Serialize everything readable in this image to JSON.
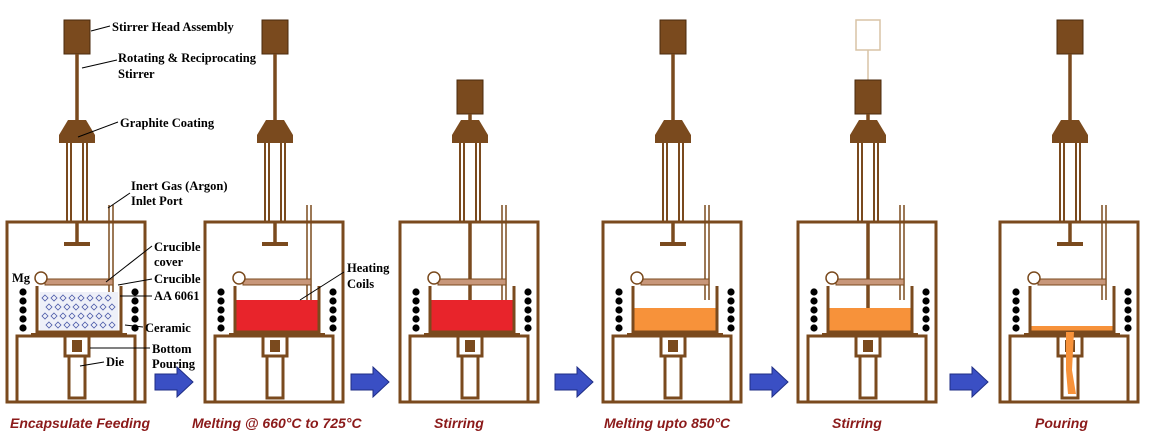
{
  "labels": {
    "stirrer_head": "Stirrer Head Assembly",
    "rotating_stirrer_1": "Rotating & Reciprocating",
    "rotating_stirrer_2": "Stirrer",
    "graphite": "Graphite Coating",
    "inert_gas_1": "Inert Gas (Argon)",
    "inert_gas_2": "Inlet Port",
    "crucible_cover_1": "Crucible",
    "crucible_cover_2": "cover",
    "crucible": "Crucible",
    "mg": "Mg",
    "aa6061": "AA 6061",
    "ceramic": "Ceramic",
    "bottom_pouring_1": "Bottom",
    "bottom_pouring_2": "Pouring",
    "die": "Die",
    "heating_coils_1": "Heating",
    "heating_coils_2": "Coils"
  },
  "stages": [
    {
      "caption": "Encapsulate Feeding",
      "melt_color": "none",
      "melt_level": 0,
      "stirrer": "raised",
      "pour": false
    },
    {
      "caption": "Melting @ 660°C to 725°C",
      "melt_color": "#e8242b",
      "melt_level": 0.8,
      "stirrer": "raised",
      "pour": false
    },
    {
      "caption": "Stirring",
      "melt_color": "#e8242b",
      "melt_level": 0.8,
      "stirrer": "lowered",
      "pour": false
    },
    {
      "caption": "Melting upto 850°C",
      "melt_color": "#f7923a",
      "melt_level": 0.6,
      "stirrer": "raised",
      "pour": false
    },
    {
      "caption": "Stirring",
      "melt_color": "#f7923a",
      "melt_level": 0.6,
      "stirrer": "lowered",
      "pour": false
    },
    {
      "caption": "Pouring",
      "melt_color": "#f7923a",
      "melt_level": 0.15,
      "stirrer": "raised",
      "pour": true
    }
  ],
  "colors": {
    "frame": "#7a4a1e",
    "arrow": "#3a4fc4",
    "caption": "#8b1a1a",
    "coil": "#000000",
    "lid": "#c8977a"
  }
}
